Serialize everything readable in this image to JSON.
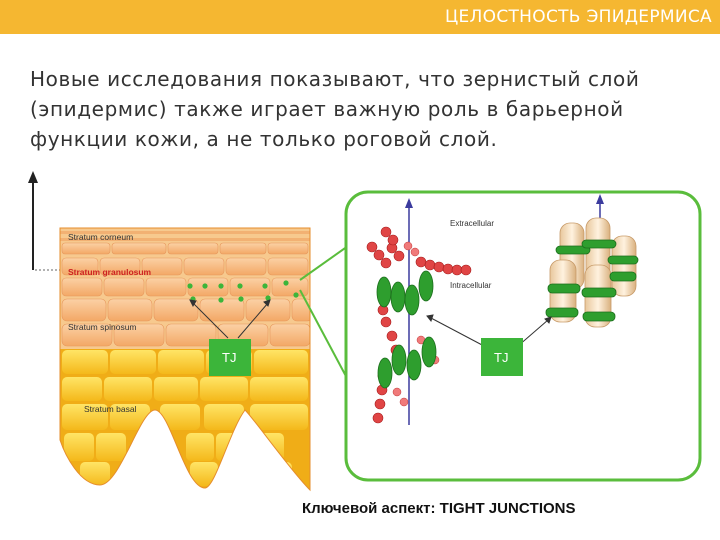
{
  "header": {
    "title": "ЦЕЛОСТНОСТЬ ЭПИДЕРМИСА",
    "accent": "#f5b731"
  },
  "intro_text": "Новые исследования показывают, что зернистый слой (эпидермис) также играет важную роль в барьерной функции кожи, а не только роговой слой.",
  "diagram": {
    "layers": {
      "corneum": "Stratum corneum",
      "granulosum": "Stratum granulosum",
      "spinosum": "Stratum spinosum",
      "basal": "Stratum basal"
    },
    "tj_label_left": "TJ",
    "tj_label_right": "TJ",
    "extracellular": "Extracellular",
    "intracellular": "Intracellular",
    "colors": {
      "tj_green": "#3cb53a",
      "highlight_red": "#cc2222",
      "frame_green": "#5abd3c"
    }
  },
  "footer": {
    "key_aspect": "Ключевой аспект:  TIGHT JUNCTIONS"
  }
}
